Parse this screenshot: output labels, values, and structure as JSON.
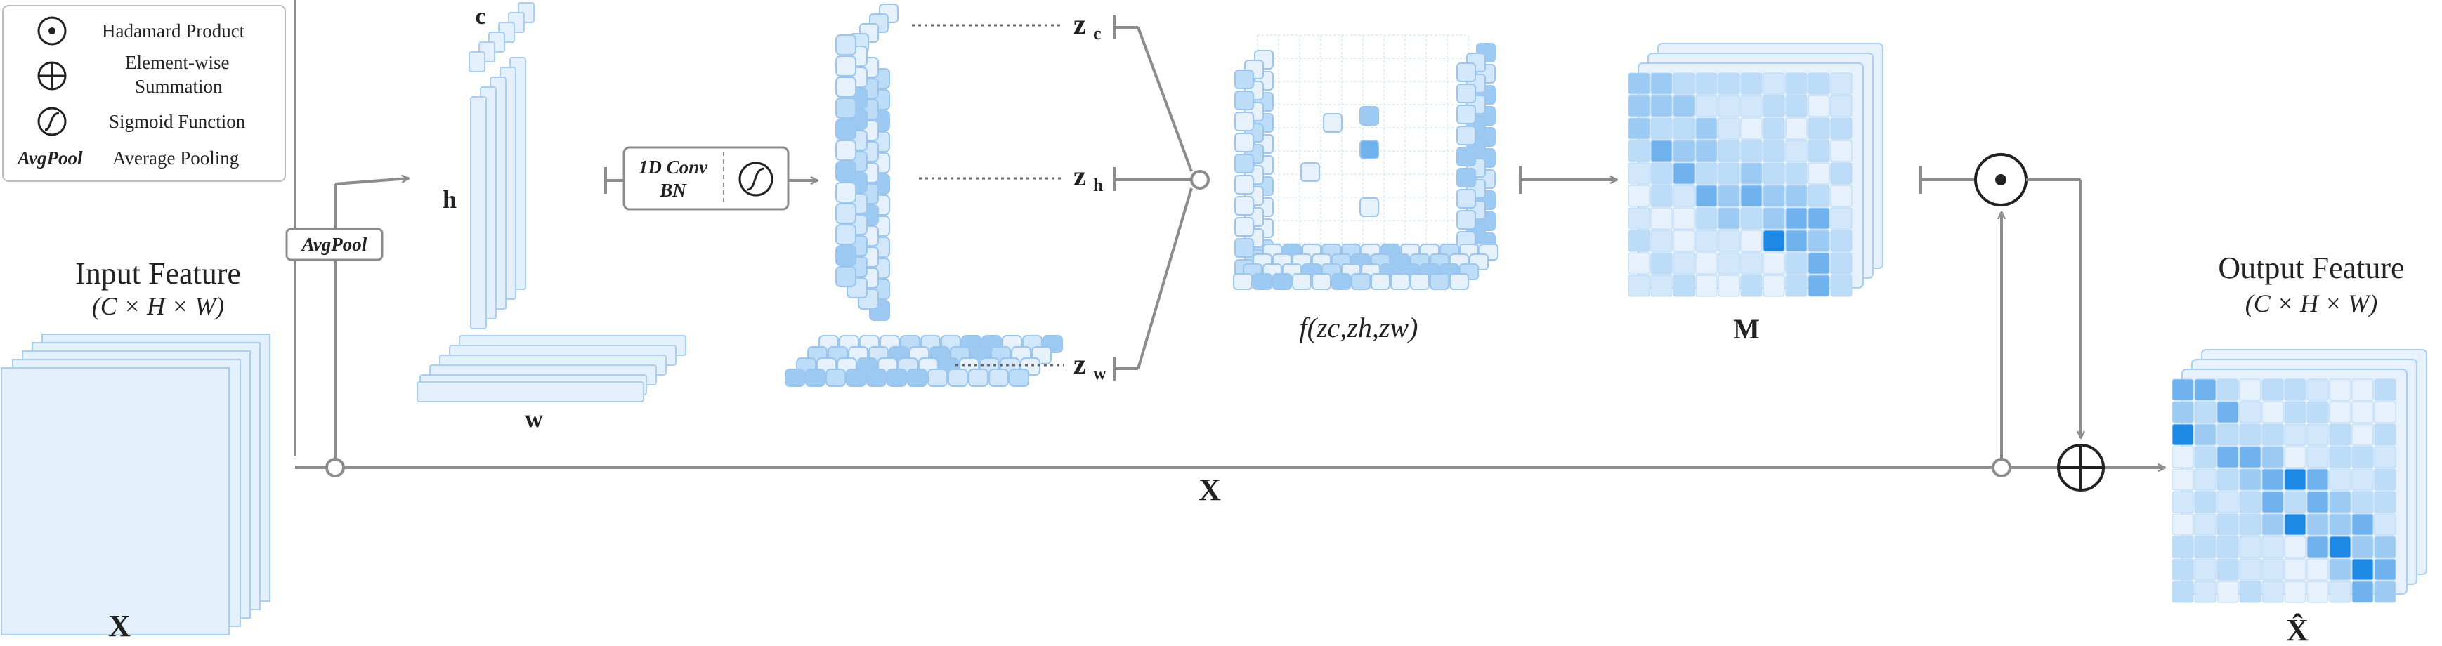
{
  "legend": {
    "items": [
      {
        "icon": "hadamard-product-icon",
        "text": [
          "Hadamard Product"
        ]
      },
      {
        "icon": "element-wise-summation-icon",
        "text": [
          "Element-wise",
          "Summation"
        ]
      },
      {
        "icon": "sigmoid-function-icon",
        "text": [
          "Sigmoid Function"
        ]
      },
      {
        "icon": "avgpool-legend-label",
        "symbol": "AvgPool",
        "text": [
          "Average Pooling"
        ]
      }
    ]
  },
  "input": {
    "title": "Input Feature",
    "shape": "(C × H × W)",
    "symbol": "X"
  },
  "pool_box": {
    "label": "AvgPool"
  },
  "pooled": {
    "c": "c",
    "h": "h",
    "w": "w"
  },
  "conv_box": {
    "line1": "1D Conv",
    "line2": "BN"
  },
  "z": {
    "zc": "z",
    "zc_sub": "c",
    "zh": "z",
    "zh_sub": "h",
    "zw": "z",
    "zw_sub": "w"
  },
  "fusion": {
    "label": "f(zc,zh,zw)"
  },
  "attention": {
    "symbol": "M"
  },
  "skip": {
    "symbol": "X"
  },
  "output": {
    "title": "Output Feature",
    "shape": "(C × H × W)",
    "symbol": "X̂"
  },
  "colors": {
    "arrow": "#8c8c8c",
    "tile_light": "#e3f0fc",
    "tile_mid": "#a9cff4",
    "tile_dark": "#1e88e5",
    "tile_edge": "#9cc6ee"
  }
}
